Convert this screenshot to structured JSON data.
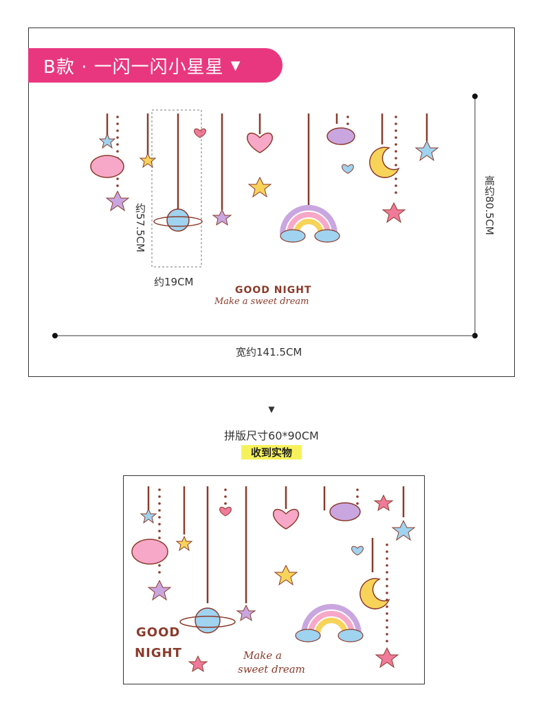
{
  "header": {
    "title": "B款 · 一闪一闪小星星",
    "arrow_glyph": "▼"
  },
  "dimensions": {
    "height_label": "高约80.5CM",
    "width_label": "宽约141.5CM",
    "piece_height_label": "约57.5CM",
    "piece_width_label": "约19CM"
  },
  "artwork": {
    "good_night": "GOOD NIGHT",
    "tagline": "Make a sweet dream",
    "good": "GOOD",
    "night": "NIGHT",
    "make_a": "Make a",
    "sweet_dream": "sweet dream"
  },
  "sheet_info": {
    "arrow_glyph": "▼",
    "size_label": "拼版尺寸60*90CM",
    "received_label": "收到实物"
  },
  "colors": {
    "accent_pink": "#e8377f",
    "string_brown": "#8b3a2a",
    "highlight_yellow": "#f6f15a"
  }
}
